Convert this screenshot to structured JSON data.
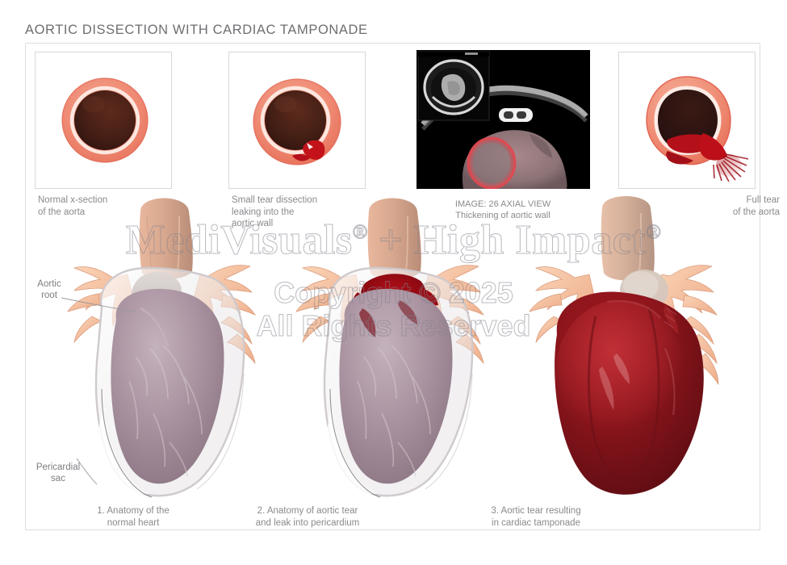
{
  "title": "AORTIC DISSECTION WITH CARDIAC TAMPONADE",
  "top_panels": [
    {
      "id": "normal-xsection",
      "caption": "Normal x-section\nof the aorta"
    },
    {
      "id": "small-tear",
      "caption": "Small tear dissection\nleaking into the\naortic wall"
    },
    {
      "id": "full-tear",
      "caption": "Full tear\nof the aorta"
    }
  ],
  "ct_scan": {
    "image_label": "IMAGE: 26   AXIAL VIEW",
    "finding": "Thickening of aortic wall"
  },
  "annotations": [
    {
      "id": "aortic-root",
      "text": "Aortic\nroot"
    },
    {
      "id": "pericardial-sac",
      "text": "Pericardial\nsac"
    }
  ],
  "figures": [
    {
      "id": "figure-1",
      "caption": "1. Anatomy of the\nnormal heart"
    },
    {
      "id": "figure-2",
      "caption": "2. Anatomy of aortic tear\nand leak into pericardium"
    },
    {
      "id": "figure-3",
      "caption": "3. Aortic tear resulting\nin cardiac tamponade"
    }
  ],
  "watermark": {
    "line1_a": "MediVisuals",
    "line1_mark": "®",
    "line1_b": " + High Impact",
    "line1_mark2": "®",
    "line2": "Copyright © 2025",
    "line3": "All Rights Reserved"
  },
  "colors": {
    "title_text": "#6e6e72",
    "caption_text": "#8a8a8e",
    "frame_border": "#dddddd",
    "aorta_wall": "#ef8a74",
    "aorta_lumen": "#4a1f16",
    "blood_bright": "#cc1016",
    "tamponade_blood": "#8e1a20",
    "vessel_tan": "#f2c4a6",
    "pericardium": "#b9a9b4"
  }
}
